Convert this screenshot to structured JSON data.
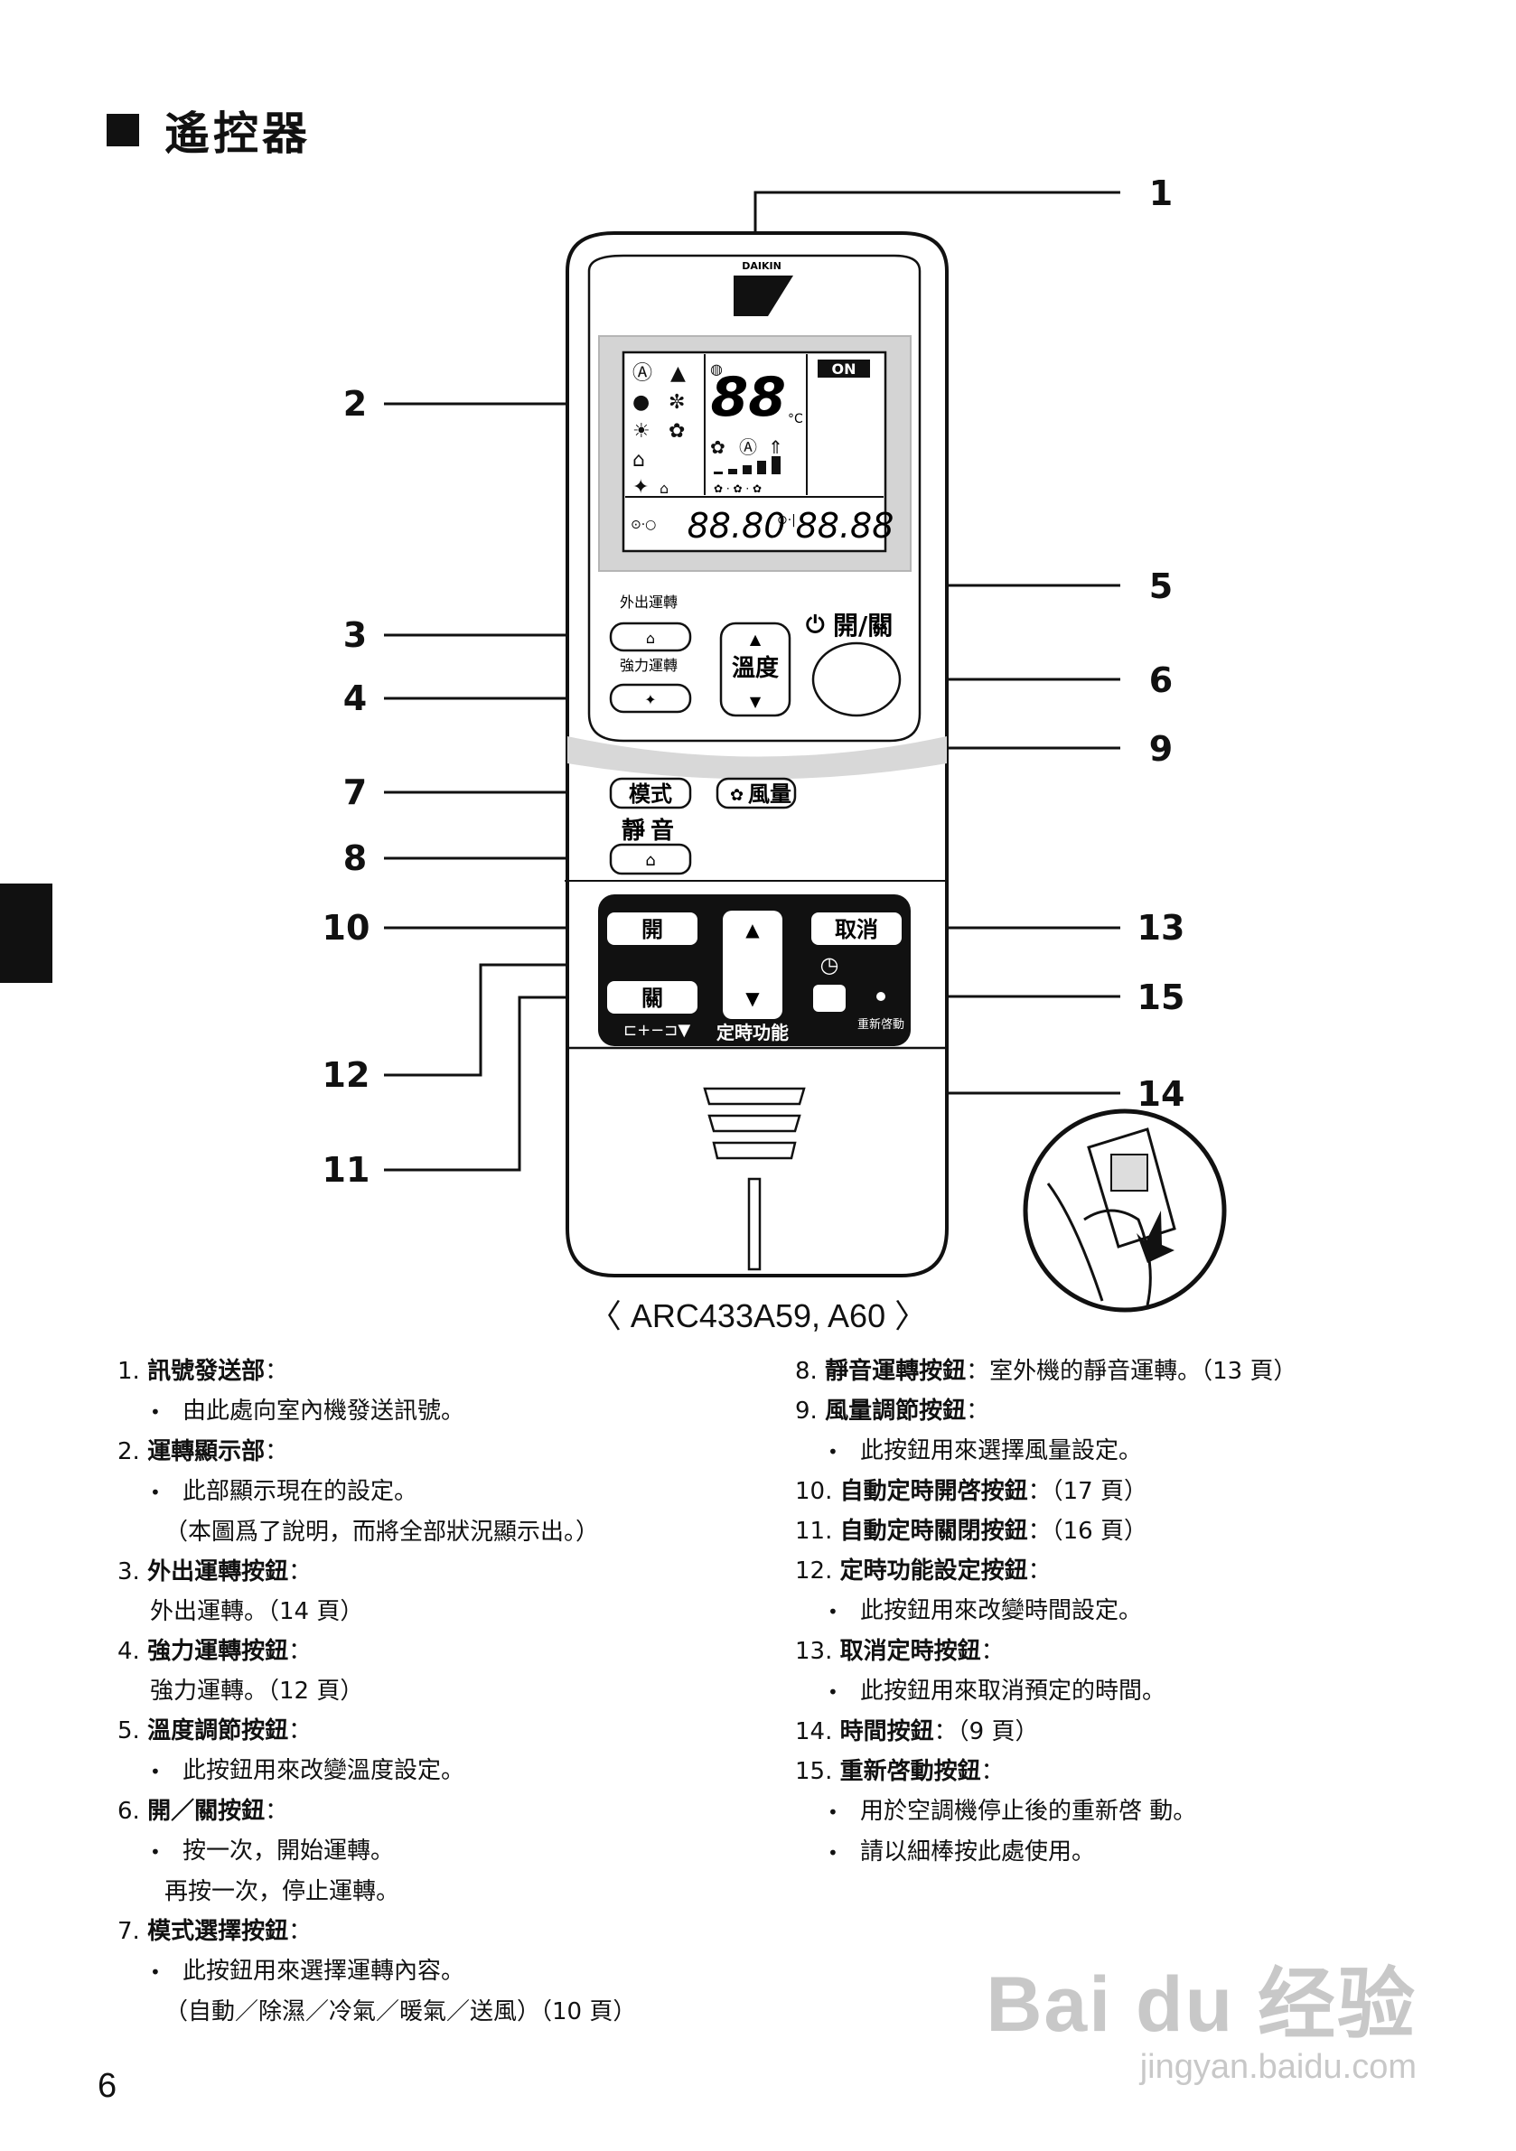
{
  "heading": "遙控器",
  "model": "〈 ARC433A59, A60 〉",
  "page_number": "6",
  "brand": "DAIKIN",
  "callouts": [
    "1",
    "2",
    "3",
    "4",
    "5",
    "6",
    "7",
    "8",
    "9",
    "10",
    "11",
    "12",
    "13",
    "14",
    "15"
  ],
  "remote": {
    "display": {
      "on_indicator": "ON",
      "temp": "88",
      "unit": "°C",
      "timer_left": "88.80",
      "timer_right": "88.88"
    },
    "labels": {
      "outing": "外出運轉",
      "powerful": "強力運轉",
      "temp": "溫度",
      "onoff": "開/關",
      "mode": "模式",
      "fan": "風量",
      "quiet": "靜音",
      "on": "開",
      "off": "關",
      "cancel": "取消",
      "timer_func": "定時功能",
      "reset": "重新啓動"
    }
  },
  "items_left": [
    {
      "num": "1.",
      "title": "訊號發送部",
      "suffix": "：",
      "lines": [
        {
          "bullet": true,
          "text": "由此處向室內機發送訊號。"
        }
      ]
    },
    {
      "num": "2.",
      "title": "運轉顯示部",
      "suffix": "：",
      "lines": [
        {
          "bullet": true,
          "text": "此部顯示現在的設定。"
        },
        {
          "bullet": false,
          "text": "（本圖爲了說明，而將全部狀況顯示出。）"
        }
      ]
    },
    {
      "num": "3.",
      "title": "外出運轉按鈕",
      "suffix": "：",
      "lines": [
        {
          "bullet": false,
          "text": "外出運轉。（14 頁）"
        }
      ]
    },
    {
      "num": "4.",
      "title": "強力運轉按鈕",
      "suffix": "：",
      "lines": [
        {
          "bullet": false,
          "text": "強力運轉。（12 頁）"
        }
      ]
    },
    {
      "num": "5.",
      "title": "溫度調節按鈕",
      "suffix": "：",
      "lines": [
        {
          "bullet": true,
          "text": "此按鈕用來改變溫度設定。"
        }
      ]
    },
    {
      "num": "6.",
      "title": "開／關按鈕",
      "suffix": "：",
      "lines": [
        {
          "bullet": true,
          "text": "按一次，開始運轉。"
        },
        {
          "bullet": false,
          "text": "再按一次，停止運轉。"
        }
      ]
    },
    {
      "num": "7.",
      "title": "模式選擇按鈕",
      "suffix": "：",
      "lines": [
        {
          "bullet": true,
          "text": "此按鈕用來選擇運轉內容。"
        },
        {
          "bullet": false,
          "text": "（自動／除濕／冷氣／暖氣／送風）（10 頁）"
        }
      ]
    }
  ],
  "items_right": [
    {
      "num": "8.",
      "title": "靜音運轉按鈕",
      "suffix": "：室外機的靜音運轉。（13 頁）",
      "lines": []
    },
    {
      "num": "9.",
      "title": "風量調節按鈕",
      "suffix": "：",
      "lines": [
        {
          "bullet": true,
          "text": "此按鈕用來選擇風量設定。"
        }
      ]
    },
    {
      "num": "10.",
      "title": "自動定時開啓按鈕",
      "suffix": "：（17 頁）",
      "lines": []
    },
    {
      "num": "11.",
      "title": "自動定時關閉按鈕",
      "suffix": "：（16 頁）",
      "lines": []
    },
    {
      "num": "12.",
      "title": "定時功能設定按鈕",
      "suffix": "：",
      "lines": [
        {
          "bullet": true,
          "text": "此按鈕用來改變時間設定。"
        }
      ]
    },
    {
      "num": "13.",
      "title": "取消定時按鈕",
      "suffix": "：",
      "lines": [
        {
          "bullet": true,
          "text": "此按鈕用來取消預定的時間。"
        }
      ]
    },
    {
      "num": "14.",
      "title": "時間按鈕",
      "suffix": "：（9 頁）",
      "lines": []
    },
    {
      "num": "15.",
      "title": "重新啓動按鈕",
      "suffix": "：",
      "lines": [
        {
          "bullet": true,
          "text": "用於空調機停止後的重新啓 動。"
        },
        {
          "bullet": true,
          "text": "請以細棒按此處使用。"
        }
      ]
    }
  ],
  "watermark": {
    "main": "Bai du 经验",
    "sub": "jingyan.baidu.com"
  }
}
